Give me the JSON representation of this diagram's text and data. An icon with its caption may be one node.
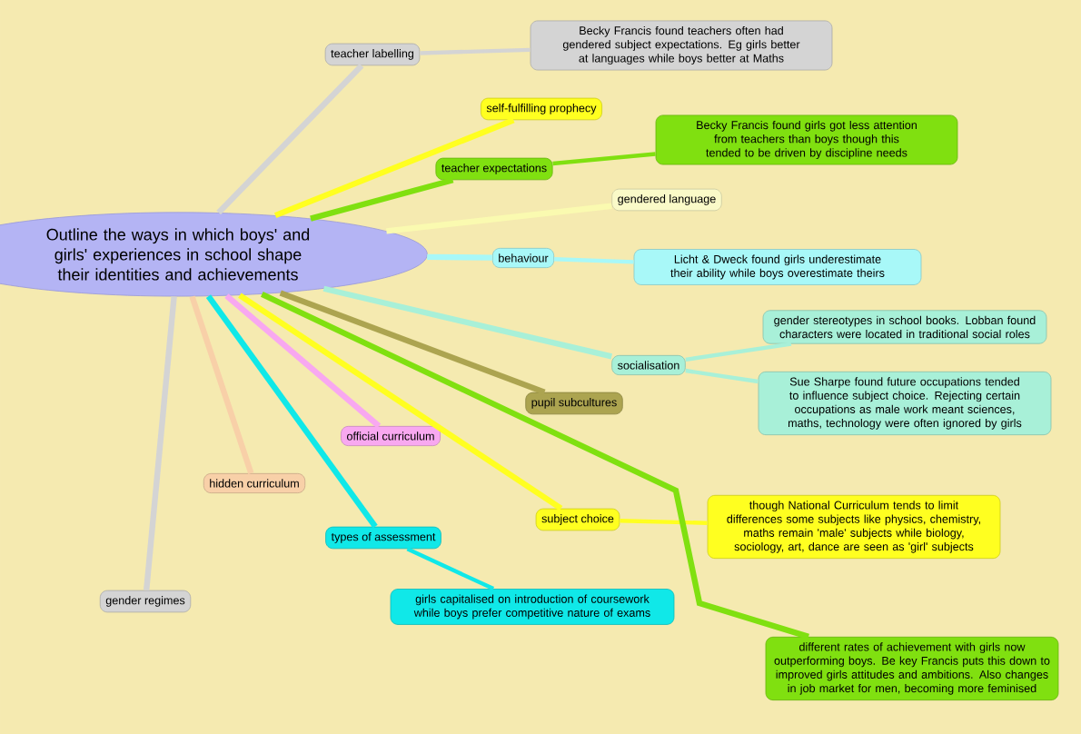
{
  "diagram": {
    "nodes": [
      {
        "text": [
          "Outline the ways in which boys' and girls' experiences in school shape their identities and achievements"
        ]
      },
      {
        "text": [
          "teacher labelling"
        ]
      },
      {
        "text": [
          "Becky Francis found teachers often had gendered subject expectations. Eg girls better at languages while boys better at Maths"
        ]
      },
      {
        "text": [
          "self-fulfilling prophecy"
        ]
      },
      {
        "text": [
          "teacher expectations"
        ]
      },
      {
        "text": [
          "Becky Francis found girls got less attention from teachers than boys though this tended to be driven by discipline needs"
        ]
      },
      {
        "text": [
          "gendered language"
        ]
      },
      {
        "text": [
          "behaviour"
        ]
      },
      {
        "text": [
          "Licht & Dweck found girls underestimate their ability while boys overestimate theirs"
        ]
      },
      {
        "text": [
          "socialisation"
        ]
      },
      {
        "text": [
          "gender stereotypes in school books. Lobban found characters were located in traditional social roles"
        ]
      },
      {
        "text": [
          "Sue Sharpe found future occupations tended to influence subject choice. Rejecting certain occupations as male work meant sciences, maths, technology were often ignored by girls"
        ]
      },
      {
        "text": [
          "pupil subcultures"
        ]
      },
      {
        "text": [
          "official curriculum"
        ]
      },
      {
        "text": [
          "hidden curriculum"
        ]
      },
      {
        "text": [
          "types of assessment"
        ]
      },
      {
        "text": [
          "gender regimes"
        ]
      },
      {
        "text": [
          "subject choice"
        ]
      },
      {
        "text": [
          "though National Curriculum tends to limit differences some subjects like physics, chemistry, maths remain 'male' subjects while biology, sociology, art, dance are seen as 'girl' subjects"
        ]
      },
      {
        "text": [
          "girls capitalised on introduction of coursework while boys prefer competitive nature of exams"
        ]
      },
      {
        "text": [
          "different rates of achievement with girls now outperforming boys. Be key Francis puts this down to improved girls attitudes and ambitions. Also changes in job market for men, becoming more feminised"
        ]
      }
    ],
    "edges": [
      {
        "from": 0,
        "to": 1,
        "arrow": "none",
        "color": "#d4d4d4"
      },
      {
        "from": 1,
        "to": 2,
        "arrow": "none",
        "color": "#d4d4d4"
      },
      {
        "from": 0,
        "to": 3,
        "arrow": "none",
        "color": "#ffff20"
      },
      {
        "from": 0,
        "to": 4,
        "arrow": "none",
        "color": "#80e010"
      },
      {
        "from": 4,
        "to": 5,
        "arrow": "none",
        "color": "#80e010"
      },
      {
        "from": 0,
        "to": 6,
        "arrow": "none",
        "color": "#fafab0"
      },
      {
        "from": 0,
        "to": 7,
        "arrow": "none",
        "color": "#a8f8f8"
      },
      {
        "from": 7,
        "to": 8,
        "arrow": "none",
        "color": "#a8f8f8"
      },
      {
        "from": 0,
        "to": 9,
        "arrow": "none",
        "color": "#a8f0d8"
      },
      {
        "from": 9,
        "to": 10,
        "arrow": "none",
        "color": "#a8f0d8"
      },
      {
        "from": 9,
        "to": 11,
        "arrow": "none",
        "color": "#a8f0d8"
      },
      {
        "from": 0,
        "to": 12,
        "arrow": "none",
        "color": "#aca450"
      },
      {
        "from": 0,
        "to": 13,
        "arrow": "none",
        "color": "#f8a8f0"
      },
      {
        "from": 0,
        "to": 14,
        "arrow": "none",
        "color": "#f8d0a8"
      },
      {
        "from": 0,
        "to": 15,
        "arrow": "none",
        "color": "#10e8e8"
      },
      {
        "from": 15,
        "to": 19,
        "arrow": "none",
        "color": "#10e8e8"
      },
      {
        "from": 0,
        "to": 16,
        "arrow": "none",
        "color": "#d4d4d4"
      },
      {
        "from": 0,
        "to": 17,
        "arrow": "none",
        "color": "#ffff20"
      },
      {
        "from": 17,
        "to": 18,
        "arrow": "none",
        "color": "#ffff20"
      },
      {
        "from": 0,
        "to": 20,
        "arrow": "none",
        "color": "#80e010"
      }
    ]
  }
}
